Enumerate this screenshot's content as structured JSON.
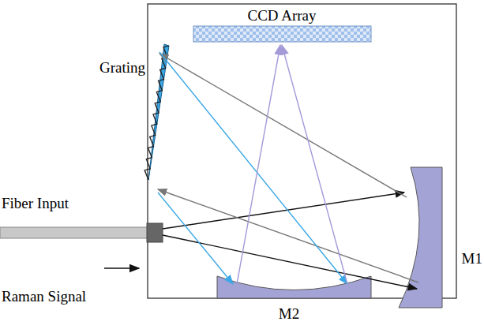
{
  "diagram": {
    "labels": [
      "CCD Array",
      "Grating",
      "Fiber Input",
      "Raman Signal",
      "M1",
      "M2"
    ]
  }
}
